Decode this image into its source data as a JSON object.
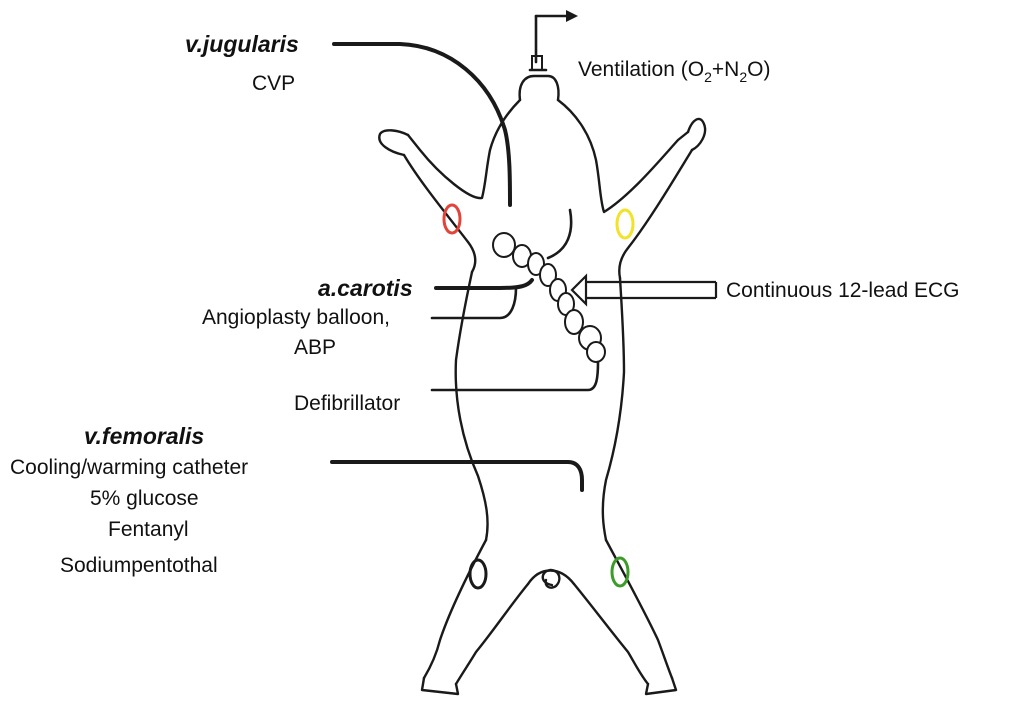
{
  "labels": {
    "jugularis": "v.jugularis",
    "cvp": "CVP",
    "ventilation_main": "Ventilation (O",
    "ventilation_sub1": "2",
    "ventilation_mid": "+N",
    "ventilation_sub2": "2",
    "ventilation_end": "O)",
    "carotis": "a.carotis",
    "angioplasty": "Angioplasty balloon,",
    "abp": "ABP",
    "ecg": "Continuous 12-lead ECG",
    "defibrillator": "Defibrillator",
    "femoralis": "v.femoralis",
    "cooling": "Cooling/warming catheter",
    "glucose": "5% glucose",
    "fentanyl": "Fentanyl",
    "sodium": "Sodiumpentothal"
  },
  "electrode_colors": {
    "right_front": "#e0443a",
    "left_front": "#f2e22a",
    "right_rear": "#1a1a1a",
    "left_rear": "#3d9b2a"
  }
}
